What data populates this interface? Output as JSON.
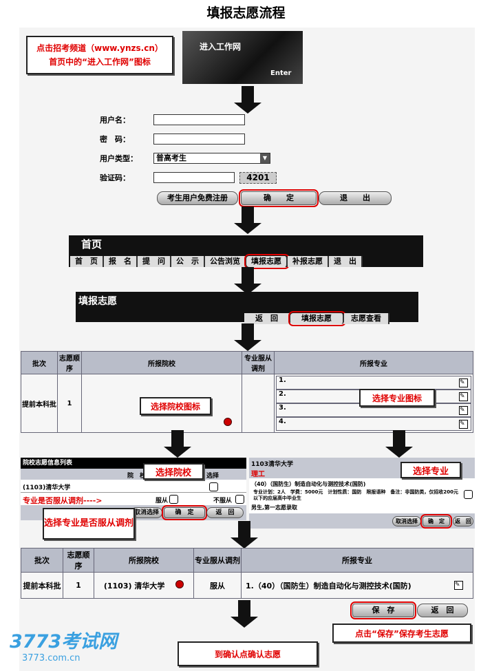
{
  "title": "填报志愿流程",
  "step1": {
    "callout_line1": "点击招考频道（www.ynzs.cn）",
    "callout_line2": "首页中的“进入工作网”图标",
    "banner_text": "进入工作网",
    "banner_enter": "Enter"
  },
  "login": {
    "username_label": "用户名：",
    "password_label": "密　码：",
    "usertype_label": "用户类型：",
    "usertype_value": "普高考生",
    "captcha_label": "验证码：",
    "captcha_value": "4201",
    "register": "考生用户免费注册",
    "confirm": "确　　定",
    "exit": "退　　出"
  },
  "nav": {
    "header": "首页",
    "tabs": [
      "首　页",
      "报　名",
      "提　问",
      "公　示",
      "公告浏览",
      "填报志愿",
      "补报志愿",
      "退　出"
    ]
  },
  "fill": {
    "header": "填报志愿",
    "tabs": [
      "返　回",
      "填报志愿",
      "志愿查看"
    ]
  },
  "table1": {
    "headers": [
      "批次",
      "志愿顺序",
      "所报院校",
      "专业服从调剂",
      "所报专业"
    ],
    "batch": "提前本科批",
    "order": "1",
    "majors": [
      "1.",
      "2.",
      "3.",
      "4."
    ],
    "callout_school": "选择院校图标",
    "callout_major": "选择专业图标"
  },
  "school_panel": {
    "header": "院校志愿信息列表",
    "col_school": "院　校",
    "col_select": "选择",
    "school": "(1103)清华大学",
    "obey_prompt": "专业是否服从调剂---->",
    "obey": "服从",
    "not_obey": "不服从",
    "btn_cancel": "取消选择",
    "btn_ok": "确　定",
    "btn_back": "返　回",
    "callout_select": "选择院校",
    "callout_obey": "选择专业是否服从调剂"
  },
  "major_panel": {
    "school": "1103清华大学",
    "category": "理工",
    "major": "（40）（国防生）制造自动化与测控技术(国防)",
    "detail": "专业计划：2人　学费：5000元　计划性质：国防　限报语种　备注：非国防类，仅招收200元以下的应届高中毕业生",
    "detail2": "男生,第一志愿录取",
    "btn_cancel": "取消选择",
    "btn_ok": "确　定",
    "btn_back": "返　回",
    "callout": "选择专业"
  },
  "table2": {
    "headers": [
      "批次",
      "志愿顺序",
      "所报院校",
      "专业服从调剂",
      "所报专业"
    ],
    "batch": "提前本科批",
    "order": "1",
    "school": "(1103) 清华大学",
    "obey": "服从",
    "major": "1.（40）（国防生）制造自动化与测控技术(国防)",
    "save": "保　存",
    "back": "返　回",
    "callout_save": "点击“保存”保存考生志愿"
  },
  "final": "到确认点确认志愿",
  "logo": {
    "name": "3773考试网",
    "url": "3773.com.cn"
  }
}
